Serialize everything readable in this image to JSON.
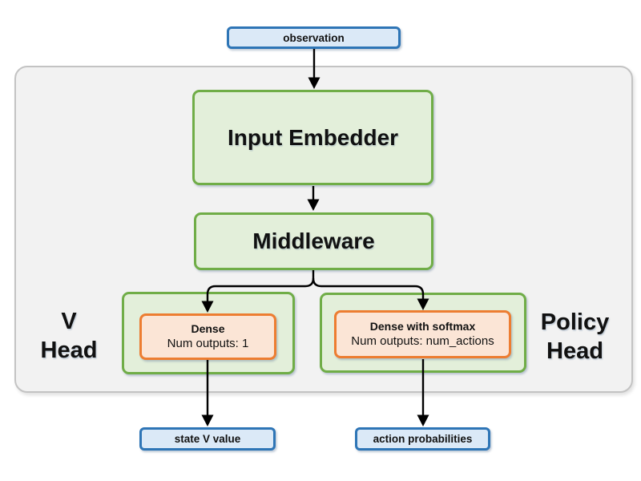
{
  "nodes": {
    "observation": {
      "label": "observation"
    },
    "input_embedder": {
      "label": "Input Embedder"
    },
    "middleware": {
      "label": "Middleware"
    },
    "v_head": {
      "line1": "V",
      "line2": "Head"
    },
    "v_head_dense": {
      "title": "Dense",
      "subtitle": "Num outputs: 1"
    },
    "policy_head": {
      "line1": "Policy",
      "line2": "Head"
    },
    "policy_head_dense": {
      "title": "Dense with softmax",
      "subtitle": "Num outputs: num_actions"
    },
    "state_v_value": {
      "label": "state V value"
    },
    "action_probabilities": {
      "label": "action probabilities"
    }
  },
  "colors": {
    "blue_border": "#2e75b6",
    "blue_fill": "#dbe9f7",
    "green_border": "#70ad47",
    "green_fill": "#e3efda",
    "orange_border": "#ed7d31",
    "orange_fill": "#fbe5d6",
    "container_fill": "#f2f2f2",
    "container_border": "#c3c3c3",
    "arrow": "#000000"
  }
}
